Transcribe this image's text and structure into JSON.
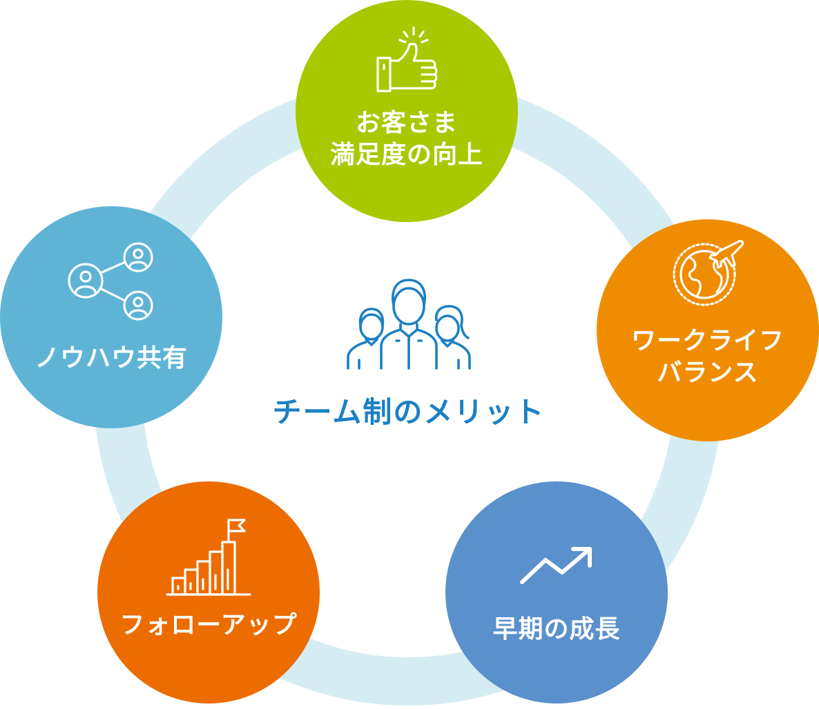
{
  "colors": {
    "ring": "#d6ecf3",
    "green": "#a8c800",
    "orange": "#f08c00",
    "sky": "#5fb4d6",
    "dark_orange": "#ec6c00",
    "blue": "#5a90cb",
    "center_text": "#1b80c4",
    "icon_stroke": "#ffffff"
  },
  "center": {
    "icon": "team-people-icon",
    "title": "チーム制のメリット"
  },
  "nodes": [
    {
      "id": "top",
      "icon": "thumbs-up-icon",
      "lines": [
        "お客さま",
        "満足度の向上"
      ]
    },
    {
      "id": "right",
      "icon": "globe-airplane-icon",
      "lines": [
        "ワークライフ",
        "バランス"
      ]
    },
    {
      "id": "bottom-right",
      "icon": "trend-arrow-icon",
      "lines": [
        "早期の成長"
      ]
    },
    {
      "id": "bottom-left",
      "icon": "bar-steps-flag-icon",
      "lines": [
        "フォローアップ"
      ]
    },
    {
      "id": "left",
      "icon": "network-users-icon",
      "lines": [
        "ノウハウ共有"
      ]
    }
  ]
}
